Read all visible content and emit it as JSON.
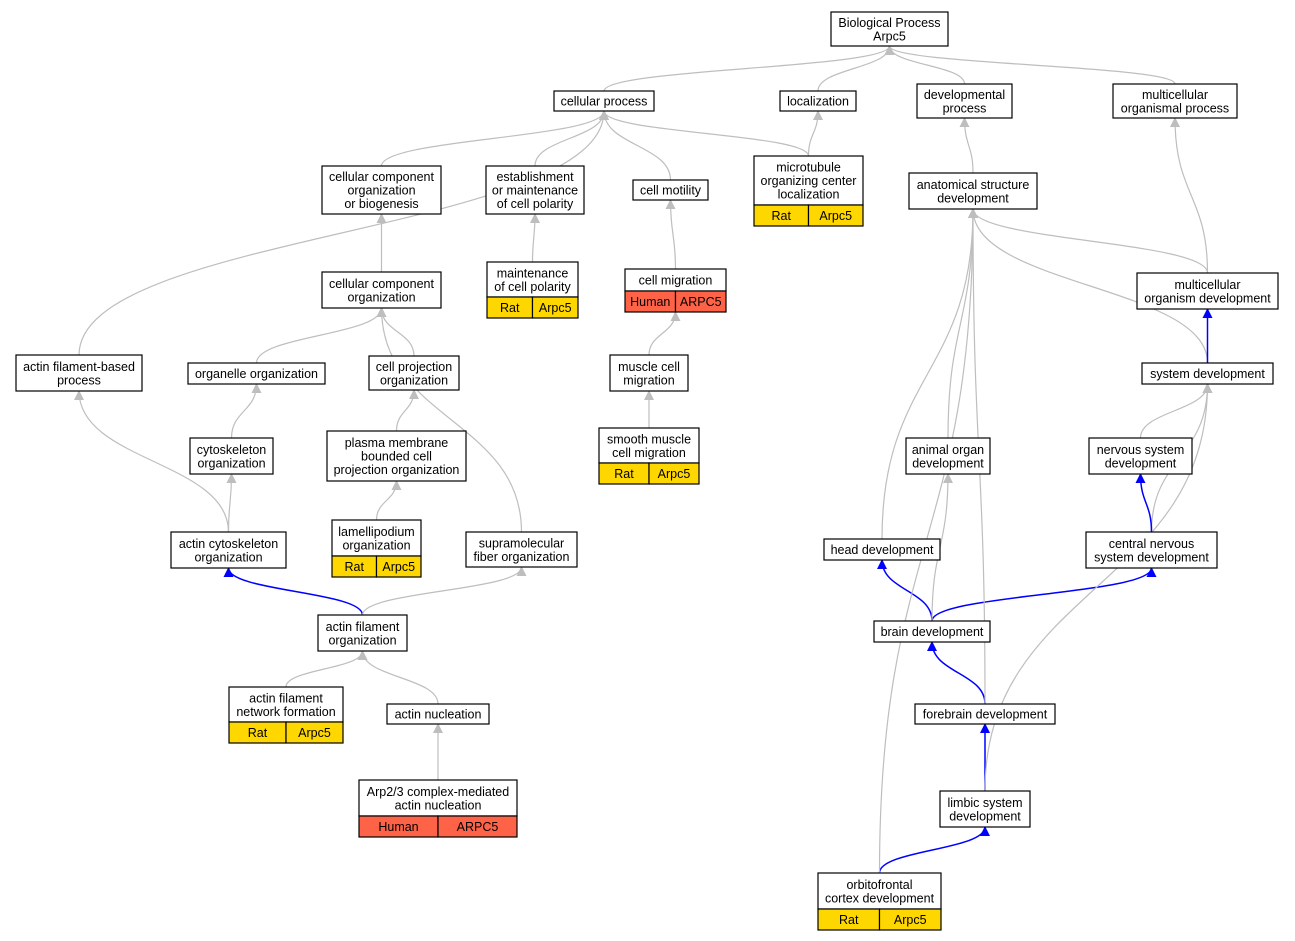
{
  "colors": {
    "edge": "#bebebe",
    "edge_highlight": "#0000ff",
    "rat": "#ffd700",
    "human": "#ff6347"
  },
  "nodes": [
    {
      "id": "bp",
      "lines": [
        "Biological Process",
        "Arpc5"
      ]
    },
    {
      "id": "cellular_process",
      "lines": [
        "cellular process"
      ]
    },
    {
      "id": "localization",
      "lines": [
        "localization"
      ]
    },
    {
      "id": "developmental_process",
      "lines": [
        "developmental",
        "process"
      ]
    },
    {
      "id": "multicellular_organismal_process",
      "lines": [
        "multicellular",
        "organismal process"
      ]
    },
    {
      "id": "ccob",
      "lines": [
        "cellular component",
        "organization",
        "or biogenesis"
      ]
    },
    {
      "id": "emcp",
      "lines": [
        "establishment",
        "or maintenance",
        "of cell polarity"
      ]
    },
    {
      "id": "cell_motility",
      "lines": [
        "cell motility"
      ]
    },
    {
      "id": "mtoc",
      "lines": [
        "microtubule",
        "organizing center",
        "localization"
      ],
      "species": [
        "Rat",
        "Arpc5"
      ]
    },
    {
      "id": "asd",
      "lines": [
        "anatomical structure",
        "development"
      ]
    },
    {
      "id": "mcp",
      "lines": [
        "maintenance",
        "of cell polarity"
      ],
      "species": [
        "Rat",
        "Arpc5"
      ]
    },
    {
      "id": "cell_migration",
      "lines": [
        "cell migration"
      ],
      "species": [
        "Human",
        "ARPC5"
      ]
    },
    {
      "id": "cco",
      "lines": [
        "cellular component",
        "organization"
      ]
    },
    {
      "id": "mod",
      "lines": [
        "multicellular",
        "organism development"
      ]
    },
    {
      "id": "afbp",
      "lines": [
        "actin filament-based",
        "process"
      ]
    },
    {
      "id": "organelle_org",
      "lines": [
        "organelle organization"
      ]
    },
    {
      "id": "cpo",
      "lines": [
        "cell projection",
        "organization"
      ]
    },
    {
      "id": "mcm",
      "lines": [
        "muscle cell",
        "migration"
      ]
    },
    {
      "id": "sysdev",
      "lines": [
        "system development"
      ]
    },
    {
      "id": "cyto_org",
      "lines": [
        "cytoskeleton",
        "organization"
      ]
    },
    {
      "id": "pmbcpo",
      "lines": [
        "plasma membrane",
        "bounded cell",
        "projection organization"
      ]
    },
    {
      "id": "smcm",
      "lines": [
        "smooth muscle",
        "cell migration"
      ],
      "species": [
        "Rat",
        "Arpc5"
      ]
    },
    {
      "id": "aod",
      "lines": [
        "animal organ",
        "development"
      ]
    },
    {
      "id": "nsd",
      "lines": [
        "nervous system",
        "development"
      ]
    },
    {
      "id": "lamel",
      "lines": [
        "lamellipodium",
        "organization"
      ],
      "species": [
        "Rat",
        "Arpc5"
      ]
    },
    {
      "id": "aco",
      "lines": [
        "actin cytoskeleton",
        "organization"
      ]
    },
    {
      "id": "sfo",
      "lines": [
        "supramolecular",
        "fiber organization"
      ]
    },
    {
      "id": "headdev",
      "lines": [
        "head development"
      ]
    },
    {
      "id": "cnsd",
      "lines": [
        "central nervous",
        "system development"
      ]
    },
    {
      "id": "afo",
      "lines": [
        "actin filament",
        "organization"
      ]
    },
    {
      "id": "braindev",
      "lines": [
        "brain development"
      ]
    },
    {
      "id": "afnf",
      "lines": [
        "actin filament",
        "network formation"
      ],
      "species": [
        "Rat",
        "Arpc5"
      ]
    },
    {
      "id": "actnuc",
      "lines": [
        "actin nucleation"
      ]
    },
    {
      "id": "forebrain",
      "lines": [
        "forebrain development"
      ]
    },
    {
      "id": "arp23",
      "lines": [
        "Arp2/3 complex-mediated",
        "actin nucleation"
      ],
      "species": [
        "Human",
        "ARPC5"
      ]
    },
    {
      "id": "limbic",
      "lines": [
        "limbic system",
        "development"
      ]
    },
    {
      "id": "ofc",
      "lines": [
        "orbitofrontal",
        "cortex development"
      ],
      "species": [
        "Rat",
        "Arpc5"
      ]
    }
  ],
  "edges": [
    {
      "from": "cellular_process",
      "to": "bp"
    },
    {
      "from": "localization",
      "to": "bp"
    },
    {
      "from": "developmental_process",
      "to": "bp"
    },
    {
      "from": "multicellular_organismal_process",
      "to": "bp"
    },
    {
      "from": "ccob",
      "to": "cellular_process"
    },
    {
      "from": "emcp",
      "to": "cellular_process"
    },
    {
      "from": "cell_motility",
      "to": "cellular_process"
    },
    {
      "from": "mtoc",
      "to": "cellular_process"
    },
    {
      "from": "afbp",
      "to": "cellular_process"
    },
    {
      "from": "mtoc",
      "to": "localization"
    },
    {
      "from": "asd",
      "to": "developmental_process"
    },
    {
      "from": "mod",
      "to": "multicellular_organismal_process"
    },
    {
      "from": "mcp",
      "to": "emcp"
    },
    {
      "from": "cell_migration",
      "to": "cell_motility"
    },
    {
      "from": "cco",
      "to": "ccob"
    },
    {
      "from": "organelle_org",
      "to": "cco"
    },
    {
      "from": "cpo",
      "to": "cco"
    },
    {
      "from": "sfo",
      "to": "cco"
    },
    {
      "from": "mcm",
      "to": "cell_migration"
    },
    {
      "from": "smcm",
      "to": "mcm"
    },
    {
      "from": "cyto_org",
      "to": "organelle_org"
    },
    {
      "from": "pmbcpo",
      "to": "cpo"
    },
    {
      "from": "lamel",
      "to": "pmbcpo"
    },
    {
      "from": "aco",
      "to": "cyto_org"
    },
    {
      "from": "aco",
      "to": "afbp"
    },
    {
      "from": "afo",
      "to": "aco",
      "highlight": true
    },
    {
      "from": "afo",
      "to": "sfo"
    },
    {
      "from": "afnf",
      "to": "afo"
    },
    {
      "from": "actnuc",
      "to": "afo"
    },
    {
      "from": "arp23",
      "to": "actnuc"
    },
    {
      "from": "mod",
      "to": "asd"
    },
    {
      "from": "sysdev",
      "to": "asd"
    },
    {
      "from": "sysdev",
      "to": "mod",
      "highlight": true
    },
    {
      "from": "nsd",
      "to": "sysdev"
    },
    {
      "from": "cnsd",
      "to": "sysdev"
    },
    {
      "from": "cnsd",
      "to": "nsd",
      "highlight": true
    },
    {
      "from": "aod",
      "to": "asd"
    },
    {
      "from": "headdev",
      "to": "asd"
    },
    {
      "from": "braindev",
      "to": "headdev",
      "highlight": true
    },
    {
      "from": "braindev",
      "to": "cnsd",
      "highlight": true
    },
    {
      "from": "braindev",
      "to": "aod"
    },
    {
      "from": "forebrain",
      "to": "braindev",
      "highlight": true
    },
    {
      "from": "forebrain",
      "to": "asd"
    },
    {
      "from": "limbic",
      "to": "forebrain",
      "highlight": true
    },
    {
      "from": "limbic",
      "to": "sysdev"
    },
    {
      "from": "ofc",
      "to": "limbic",
      "highlight": true
    },
    {
      "from": "ofc",
      "to": "asd"
    }
  ]
}
